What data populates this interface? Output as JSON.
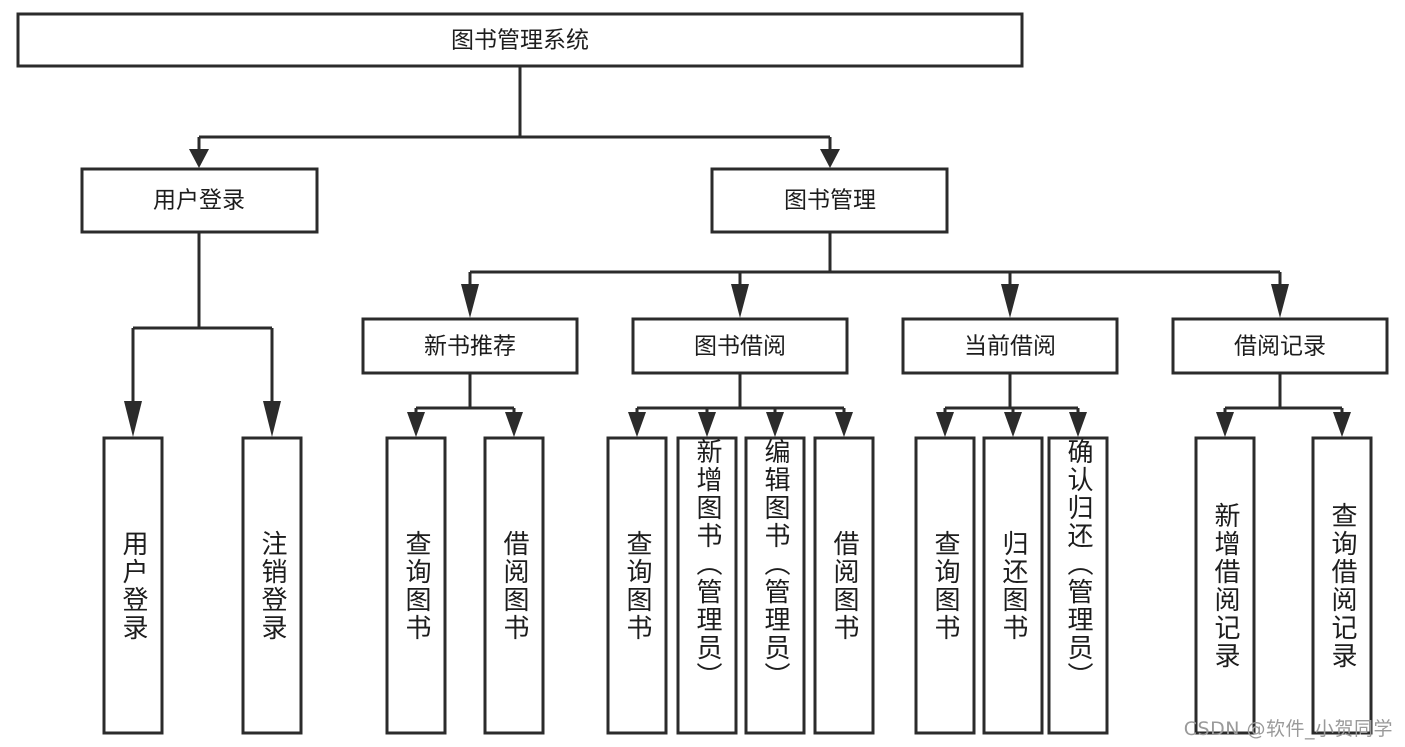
{
  "diagram": {
    "type": "tree",
    "title": "图书管理系统",
    "root": {
      "id": "root",
      "label": "图书管理系统"
    },
    "level2": [
      {
        "id": "user-login",
        "label": "用户登录"
      },
      {
        "id": "book-manage",
        "label": "图书管理"
      }
    ],
    "level3": [
      {
        "id": "new-book-rec",
        "label": "新书推荐",
        "parent": "book-manage"
      },
      {
        "id": "book-borrow",
        "label": "图书借阅",
        "parent": "book-manage"
      },
      {
        "id": "current-borrow",
        "label": "当前借阅",
        "parent": "book-manage"
      },
      {
        "id": "borrow-record",
        "label": "借阅记录",
        "parent": "book-manage"
      }
    ],
    "leaves": [
      {
        "id": "leaf-user-login",
        "label": "用户登录",
        "parent": "user-login"
      },
      {
        "id": "leaf-logout",
        "label": "注销登录",
        "parent": "user-login"
      },
      {
        "id": "leaf-query-book-1",
        "label": "查询图书",
        "parent": "new-book-rec"
      },
      {
        "id": "leaf-borrow-book-1",
        "label": "借阅图书",
        "parent": "new-book-rec"
      },
      {
        "id": "leaf-query-book-2",
        "label": "查询图书",
        "parent": "book-borrow"
      },
      {
        "id": "leaf-add-book",
        "label": "新增图书（管理员）",
        "parent": "book-borrow"
      },
      {
        "id": "leaf-edit-book",
        "label": "编辑图书（管理员）",
        "parent": "book-borrow"
      },
      {
        "id": "leaf-borrow-book-2",
        "label": "借阅图书",
        "parent": "book-borrow"
      },
      {
        "id": "leaf-query-book-3",
        "label": "查询图书",
        "parent": "current-borrow"
      },
      {
        "id": "leaf-return-book",
        "label": "归还图书",
        "parent": "current-borrow"
      },
      {
        "id": "leaf-confirm-return",
        "label": "确认归还（管理员）",
        "parent": "current-borrow"
      },
      {
        "id": "leaf-add-record",
        "label": "新增借阅记录",
        "parent": "borrow-record"
      },
      {
        "id": "leaf-query-record",
        "label": "查询借阅记录",
        "parent": "borrow-record"
      }
    ],
    "colors": {
      "stroke": "#2b2b2b",
      "fill": "#ffffff",
      "text": "#1d1d1d",
      "watermark": "#9a9a9a",
      "background": "#ffffff"
    }
  },
  "watermark": {
    "text": "CSDN @软件_小贺同学"
  }
}
